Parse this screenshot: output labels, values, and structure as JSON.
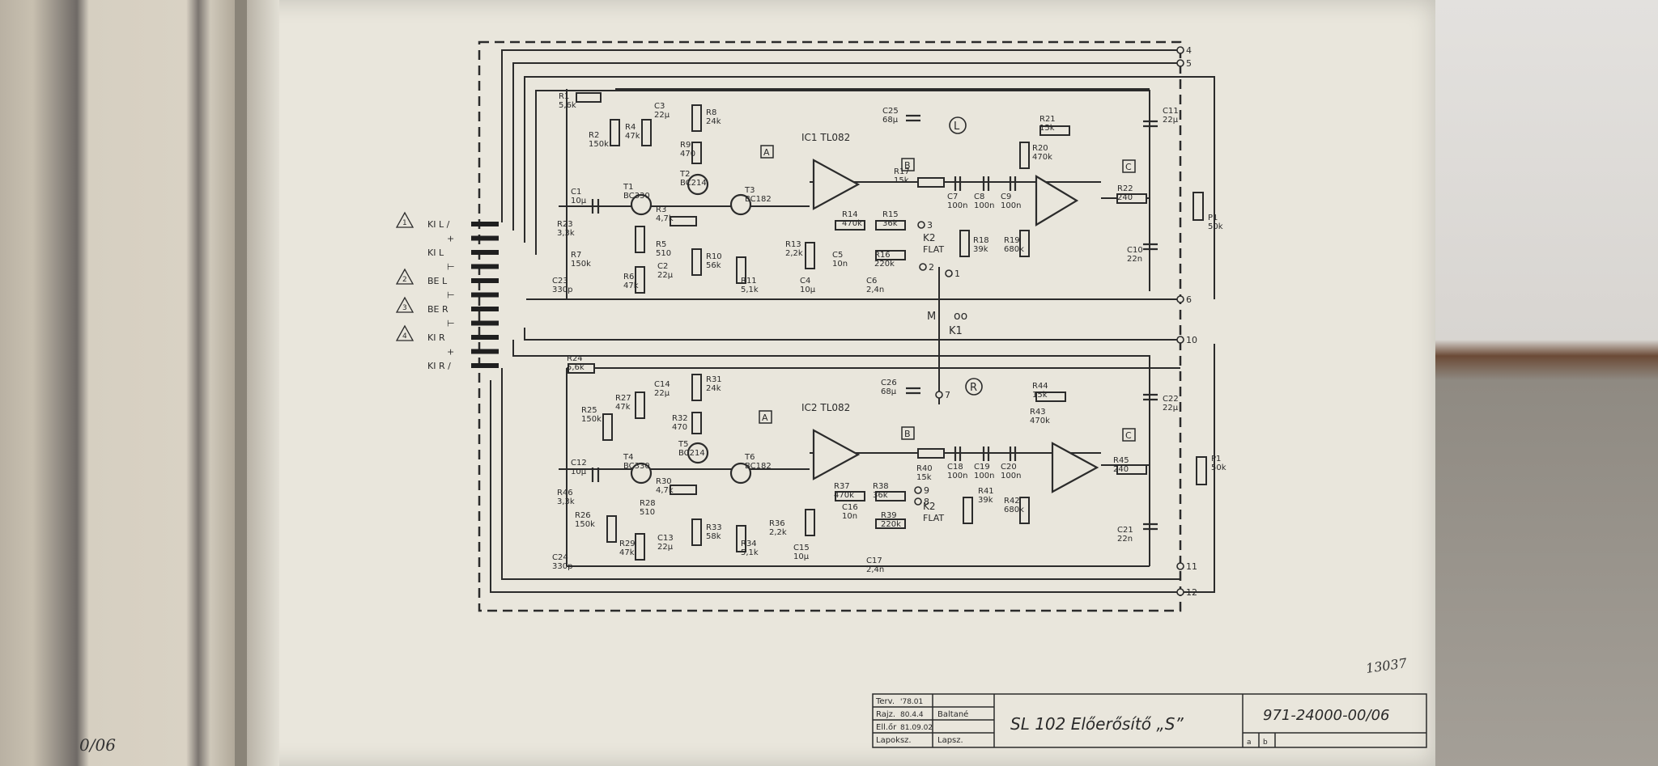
{
  "drawing": {
    "title": "SL 102 Előerősítő „S”",
    "number": "971-24000-00/06",
    "stamp": "13037",
    "edge_note": "0/06",
    "title_block": {
      "rows": [
        {
          "role": "Terv.",
          "date": "'78.01",
          "name": ""
        },
        {
          "role": "Rajz.",
          "date": "80.4.4",
          "name": "Baltané"
        },
        {
          "role": "Ell.őr",
          "date": "81.09.02",
          "name": ""
        },
        {
          "role": "Lapoksz.",
          "date": "",
          "name": "Lapsz."
        }
      ],
      "sheet_cells": [
        "a",
        "b"
      ]
    }
  },
  "connector": {
    "pins": [
      {
        "warn": "1",
        "sign": "",
        "label": "KI L /"
      },
      {
        "warn": "",
        "sign": "+",
        "label": ""
      },
      {
        "warn": "",
        "sign": "",
        "label": "KI L"
      },
      {
        "warn": "",
        "sign": "⊢",
        "label": ""
      },
      {
        "warn": "2",
        "sign": "",
        "label": "BE L"
      },
      {
        "warn": "",
        "sign": "⊢",
        "label": ""
      },
      {
        "warn": "3",
        "sign": "",
        "label": "BE R"
      },
      {
        "warn": "",
        "sign": "⊢",
        "label": ""
      },
      {
        "warn": "4",
        "sign": "",
        "label": "KI R"
      },
      {
        "warn": "",
        "sign": "+",
        "label": ""
      },
      {
        "warn": "",
        "sign": "",
        "label": "KI R /"
      }
    ]
  },
  "channels": [
    {
      "tag": "L",
      "ic": "IC1 TL082",
      "parts": [
        {
          "id": "R1",
          "v": "5,6k"
        },
        {
          "id": "R2",
          "v": "150k"
        },
        {
          "id": "C1",
          "v": "10µ"
        },
        {
          "id": "R23",
          "v": "3,3k"
        },
        {
          "id": "R7",
          "v": "150k"
        },
        {
          "id": "C23",
          "v": "330p"
        },
        {
          "id": "T1",
          "v": "BC330"
        },
        {
          "id": "R4",
          "v": "47k"
        },
        {
          "id": "C3",
          "v": "22µ"
        },
        {
          "id": "R5",
          "v": "510"
        },
        {
          "id": "R6",
          "v": "47k"
        },
        {
          "id": "C2",
          "v": "22µ"
        },
        {
          "id": "R3",
          "v": "4,7k"
        },
        {
          "id": "R8",
          "v": "24k"
        },
        {
          "id": "R9",
          "v": "470"
        },
        {
          "id": "T2",
          "v": "BC214"
        },
        {
          "id": "R10",
          "v": "56k"
        },
        {
          "id": "T3",
          "v": "BC182"
        },
        {
          "id": "R11",
          "v": "5,1k"
        },
        {
          "id": "R13",
          "v": "2,2k"
        },
        {
          "id": "C4",
          "v": "10µ"
        },
        {
          "id": "R14",
          "v": "470k"
        },
        {
          "id": "R15",
          "v": "36k"
        },
        {
          "id": "C5",
          "v": "10n"
        },
        {
          "id": "R16",
          "v": "220k"
        },
        {
          "id": "C6",
          "v": "2,4n"
        },
        {
          "id": "C25",
          "v": "68µ"
        },
        {
          "id": "R17",
          "v": "15k"
        },
        {
          "id": "C7",
          "v": "100n"
        },
        {
          "id": "C8",
          "v": "100n"
        },
        {
          "id": "C9",
          "v": "100n"
        },
        {
          "id": "R18",
          "v": "39k"
        },
        {
          "id": "R19",
          "v": "680k"
        },
        {
          "id": "R20",
          "v": "470k"
        },
        {
          "id": "R21",
          "v": "15k"
        },
        {
          "id": "R22",
          "v": "240"
        },
        {
          "id": "C11",
          "v": "22µ"
        },
        {
          "id": "C10",
          "v": "22n"
        },
        {
          "id": "P1",
          "v": "50k"
        }
      ]
    },
    {
      "tag": "R",
      "ic": "IC2 TL082",
      "parts": [
        {
          "id": "R24",
          "v": "5,6k"
        },
        {
          "id": "R25",
          "v": "150k"
        },
        {
          "id": "C12",
          "v": "10µ"
        },
        {
          "id": "R46",
          "v": "3,3k"
        },
        {
          "id": "R26",
          "v": "150k"
        },
        {
          "id": "C24",
          "v": "330p"
        },
        {
          "id": "T4",
          "v": "BC330"
        },
        {
          "id": "R27",
          "v": "47k"
        },
        {
          "id": "C14",
          "v": "22µ"
        },
        {
          "id": "R28",
          "v": "510"
        },
        {
          "id": "R29",
          "v": "47k"
        },
        {
          "id": "C13",
          "v": "22µ"
        },
        {
          "id": "R30",
          "v": "4,7k"
        },
        {
          "id": "R31",
          "v": "24k"
        },
        {
          "id": "R32",
          "v": "470"
        },
        {
          "id": "T5",
          "v": "BC214"
        },
        {
          "id": "R33",
          "v": "58k"
        },
        {
          "id": "T6",
          "v": "BC182"
        },
        {
          "id": "R34",
          "v": "5,1k"
        },
        {
          "id": "R36",
          "v": "2,2k"
        },
        {
          "id": "C15",
          "v": "10µ"
        },
        {
          "id": "R37",
          "v": "470k"
        },
        {
          "id": "R38",
          "v": "36k"
        },
        {
          "id": "C16",
          "v": "10n"
        },
        {
          "id": "R39",
          "v": "220k"
        },
        {
          "id": "C17",
          "v": "2,4n"
        },
        {
          "id": "C26",
          "v": "68µ"
        },
        {
          "id": "R40",
          "v": "15k"
        },
        {
          "id": "C18",
          "v": "100n"
        },
        {
          "id": "C19",
          "v": "100n"
        },
        {
          "id": "C20",
          "v": "100n"
        },
        {
          "id": "R41",
          "v": "39k"
        },
        {
          "id": "R42",
          "v": "680k"
        },
        {
          "id": "R43",
          "v": "470k"
        },
        {
          "id": "R44",
          "v": "15k"
        },
        {
          "id": "R45",
          "v": "240"
        },
        {
          "id": "C22",
          "v": "22µ"
        },
        {
          "id": "C21",
          "v": "22n"
        },
        {
          "id": "P1",
          "v": "50k"
        }
      ]
    }
  ],
  "markers": {
    "A": "A",
    "B": "B",
    "C": "C"
  },
  "switches": {
    "k2": "K2",
    "flat": "FLAT",
    "k1": "K1",
    "mode": "M",
    "stereo": "oo"
  },
  "terminals": [
    "1",
    "2",
    "3",
    "4",
    "5",
    "6",
    "7",
    "8",
    "9",
    "10",
    "11",
    "12"
  ]
}
